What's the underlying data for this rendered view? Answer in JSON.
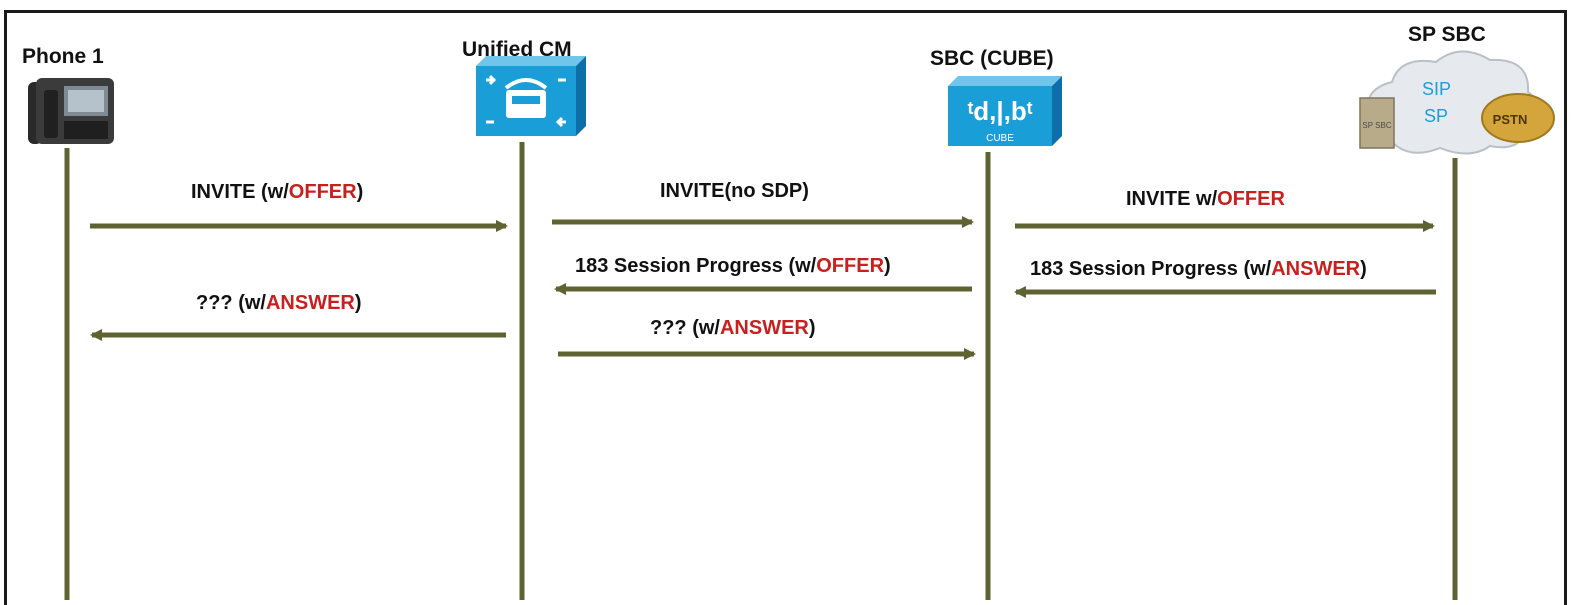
{
  "participants": [
    {
      "id": "phone1",
      "label": "Phone 1",
      "icon": "ip-phone-icon"
    },
    {
      "id": "ucm",
      "label": "Unified CM",
      "icon": "unified-cm-icon"
    },
    {
      "id": "cube",
      "label": "SBC (CUBE)",
      "icon": "cube-router-icon",
      "icon_text": "CUBE"
    },
    {
      "id": "spsbc",
      "label": "SP SBC",
      "icon": "sp-cloud-icon",
      "icon_text": {
        "sbc": "SP SBC",
        "cloud_line1": "SIP",
        "cloud_line2": "SP",
        "pstn": "PSTN"
      }
    }
  ],
  "messages": [
    {
      "from": "phone1",
      "to": "ucm",
      "prefix": "INVITE (w/",
      "keyword": "OFFER",
      "suffix": ")"
    },
    {
      "from": "ucm",
      "to": "cube",
      "prefix": "INVITE(no SDP)",
      "keyword": "",
      "suffix": ""
    },
    {
      "from": "cube",
      "to": "spsbc",
      "prefix": "INVITE w/",
      "keyword": "OFFER",
      "suffix": ""
    },
    {
      "from": "cube",
      "to": "ucm",
      "prefix": "183 Session Progress (w/",
      "keyword": "OFFER",
      "suffix": ")"
    },
    {
      "from": "spsbc",
      "to": "cube",
      "prefix": "183 Session Progress (w/",
      "keyword": "ANSWER",
      "suffix": ")"
    },
    {
      "from": "ucm",
      "to": "phone1",
      "prefix": "??? (w/",
      "keyword": "ANSWER",
      "suffix": ")"
    },
    {
      "from": "ucm",
      "to": "cube",
      "prefix": "??? (w/",
      "keyword": "ANSWER",
      "suffix": ")"
    }
  ],
  "colors": {
    "arrow": "#5f6332",
    "lifeline": "#5f6332",
    "keyword": "#c8201e",
    "cisco_blue": "#1a9ed8",
    "pstn_gold": "#d4a53a"
  }
}
